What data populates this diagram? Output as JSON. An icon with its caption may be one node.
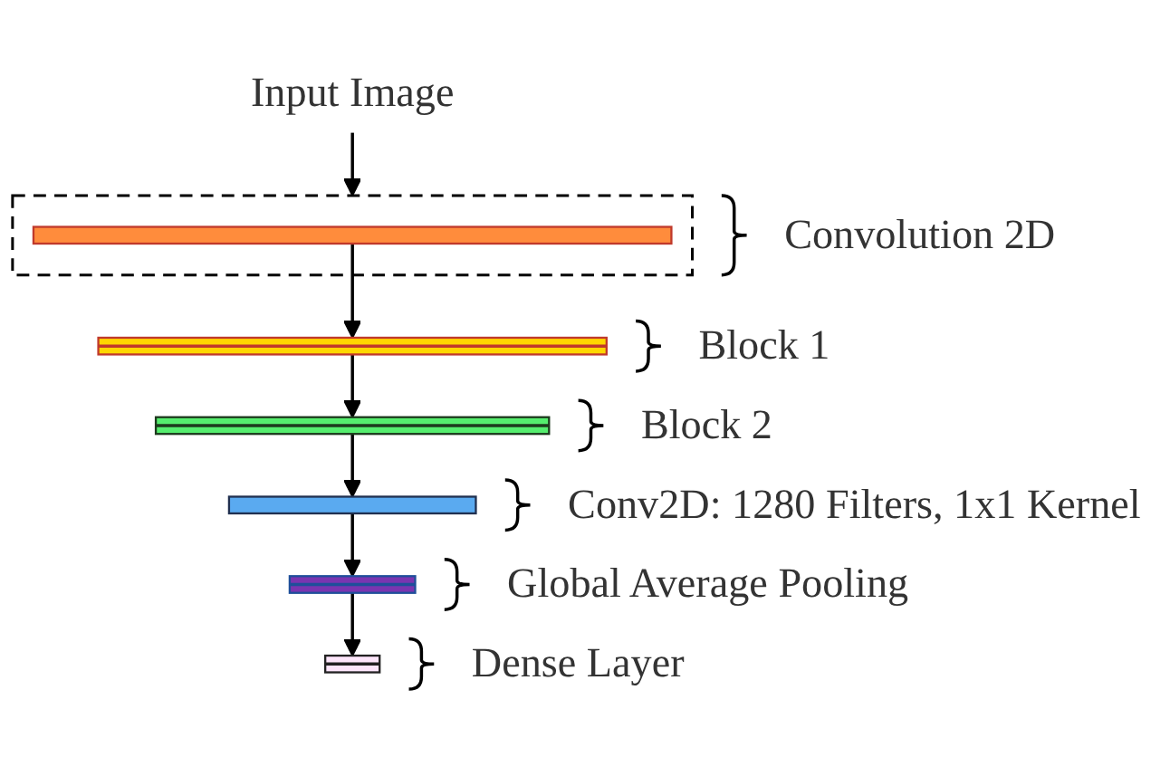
{
  "diagram": {
    "nodes": [
      {
        "text": [
          "Input Image"
        ]
      },
      {
        "text": [],
        "shape": "box",
        "beside": [
          "Convolution 2D"
        ]
      },
      {
        "text": [],
        "shape": "bar",
        "in": 1
      },
      {
        "text": [],
        "shape": "bar",
        "beside": [
          "Block 1"
        ]
      },
      {
        "text": [],
        "shape": "bar",
        "beside": [
          "Block 2"
        ]
      },
      {
        "text": [],
        "shape": "bar",
        "beside": [
          "Conv2D: 1280 Filters, 1x1 Kernel"
        ]
      },
      {
        "text": [],
        "shape": "bar",
        "beside": [
          "Global Average Pooling"
        ]
      },
      {
        "text": [],
        "shape": "bar",
        "beside": [
          "Dense Layer"
        ]
      }
    ],
    "edges": [
      {
        "from": 0,
        "to": 1,
        "arrow": "to"
      },
      {
        "from": 2,
        "to": 3,
        "arrow": "to"
      },
      {
        "from": 3,
        "to": 4,
        "arrow": "to"
      },
      {
        "from": 4,
        "to": 5,
        "arrow": "to"
      },
      {
        "from": 5,
        "to": 6,
        "arrow": "to"
      },
      {
        "from": 6,
        "to": 7,
        "arrow": "to"
      }
    ]
  }
}
